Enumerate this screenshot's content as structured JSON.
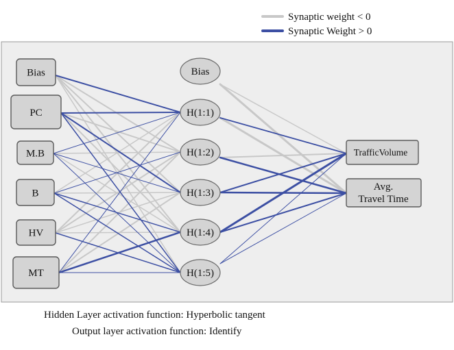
{
  "legend": {
    "negative_label": "Synaptic weight < 0",
    "positive_label": "Synaptic Weight > 0"
  },
  "colors": {
    "negative": "#c8c8c8",
    "positive": "#3c4fa3",
    "panel": "#eeeeee",
    "node_fill": "#d4d4d4"
  },
  "nodes": {
    "input": [
      {
        "id": "i_bias",
        "label": "Bias"
      },
      {
        "id": "i_pc",
        "label": "PC"
      },
      {
        "id": "i_mb",
        "label": "M.B"
      },
      {
        "id": "i_b",
        "label": "B"
      },
      {
        "id": "i_hv",
        "label": "HV"
      },
      {
        "id": "i_mt",
        "label": "MT"
      }
    ],
    "hidden": [
      {
        "id": "h_bias",
        "label": "Bias"
      },
      {
        "id": "h1",
        "label": "H(1:1)"
      },
      {
        "id": "h2",
        "label": "H(1:2)"
      },
      {
        "id": "h3",
        "label": "H(1:3)"
      },
      {
        "id": "h4",
        "label": "H(1:4)"
      },
      {
        "id": "h5",
        "label": "H(1:5)"
      }
    ],
    "output": [
      {
        "id": "o_tv",
        "lines": [
          "TrafficVolume"
        ]
      },
      {
        "id": "o_att",
        "lines": [
          "Avg.",
          "Travel Time"
        ]
      }
    ]
  },
  "edges": [
    {
      "from": "i_bias",
      "to": "h1",
      "sign": "positive",
      "weight": 2
    },
    {
      "from": "i_bias",
      "to": "h2",
      "sign": "negative",
      "weight": 2
    },
    {
      "from": "i_bias",
      "to": "h3",
      "sign": "negative",
      "weight": 2
    },
    {
      "from": "i_bias",
      "to": "h4",
      "sign": "negative",
      "weight": 2
    },
    {
      "from": "i_bias",
      "to": "h5",
      "sign": "negative",
      "weight": 1.5
    },
    {
      "from": "i_pc",
      "to": "h1",
      "sign": "positive",
      "weight": 2
    },
    {
      "from": "i_pc",
      "to": "h2",
      "sign": "negative",
      "weight": 2
    },
    {
      "from": "i_pc",
      "to": "h3",
      "sign": "positive",
      "weight": 2
    },
    {
      "from": "i_pc",
      "to": "h4",
      "sign": "negative",
      "weight": 2
    },
    {
      "from": "i_pc",
      "to": "h5",
      "sign": "positive",
      "weight": 1.5
    },
    {
      "from": "i_mb",
      "to": "h1",
      "sign": "positive",
      "weight": 1
    },
    {
      "from": "i_mb",
      "to": "h2",
      "sign": "negative",
      "weight": 1.5
    },
    {
      "from": "i_mb",
      "to": "h3",
      "sign": "positive",
      "weight": 1
    },
    {
      "from": "i_mb",
      "to": "h4",
      "sign": "negative",
      "weight": 1.5
    },
    {
      "from": "i_mb",
      "to": "h5",
      "sign": "positive",
      "weight": 1
    },
    {
      "from": "i_b",
      "to": "h1",
      "sign": "negative",
      "weight": 1.5
    },
    {
      "from": "i_b",
      "to": "h2",
      "sign": "positive",
      "weight": 1
    },
    {
      "from": "i_b",
      "to": "h3",
      "sign": "negative",
      "weight": 1.5
    },
    {
      "from": "i_b",
      "to": "h4",
      "sign": "positive",
      "weight": 1.5
    },
    {
      "from": "i_b",
      "to": "h5",
      "sign": "positive",
      "weight": 1.5
    },
    {
      "from": "i_hv",
      "to": "h1",
      "sign": "negative",
      "weight": 2
    },
    {
      "from": "i_hv",
      "to": "h2",
      "sign": "negative",
      "weight": 2
    },
    {
      "from": "i_hv",
      "to": "h3",
      "sign": "negative",
      "weight": 1.5
    },
    {
      "from": "i_hv",
      "to": "h4",
      "sign": "negative",
      "weight": 1.5
    },
    {
      "from": "i_hv",
      "to": "h5",
      "sign": "positive",
      "weight": 1.5
    },
    {
      "from": "i_mt",
      "to": "h1",
      "sign": "positive",
      "weight": 1
    },
    {
      "from": "i_mt",
      "to": "h2",
      "sign": "negative",
      "weight": 2
    },
    {
      "from": "i_mt",
      "to": "h3",
      "sign": "negative",
      "weight": 2
    },
    {
      "from": "i_mt",
      "to": "h4",
      "sign": "positive",
      "weight": 2.5
    },
    {
      "from": "i_mt",
      "to": "h5",
      "sign": "positive",
      "weight": 1
    },
    {
      "from": "h_bias",
      "to": "o_tv",
      "sign": "negative",
      "weight": 1.5
    },
    {
      "from": "h_bias",
      "to": "o_att",
      "sign": "negative",
      "weight": 3
    },
    {
      "from": "h1",
      "to": "o_tv",
      "sign": "positive",
      "weight": 1.8
    },
    {
      "from": "h1",
      "to": "o_att",
      "sign": "negative",
      "weight": 3
    },
    {
      "from": "h2",
      "to": "o_tv",
      "sign": "negative",
      "weight": 2
    },
    {
      "from": "h2",
      "to": "o_att",
      "sign": "positive",
      "weight": 2.5
    },
    {
      "from": "h3",
      "to": "o_tv",
      "sign": "positive",
      "weight": 2
    },
    {
      "from": "h3",
      "to": "o_att",
      "sign": "positive",
      "weight": 2.5
    },
    {
      "from": "h4",
      "to": "o_tv",
      "sign": "positive",
      "weight": 3
    },
    {
      "from": "h4",
      "to": "o_att",
      "sign": "positive",
      "weight": 2
    },
    {
      "from": "h5",
      "to": "o_tv",
      "sign": "positive",
      "weight": 1
    },
    {
      "from": "h5",
      "to": "o_att",
      "sign": "positive",
      "weight": 1
    }
  ],
  "footer": {
    "hidden_activation": "Hidden Layer activation function: Hyperbolic tangent",
    "output_activation": "Output layer activation function: Identify"
  }
}
